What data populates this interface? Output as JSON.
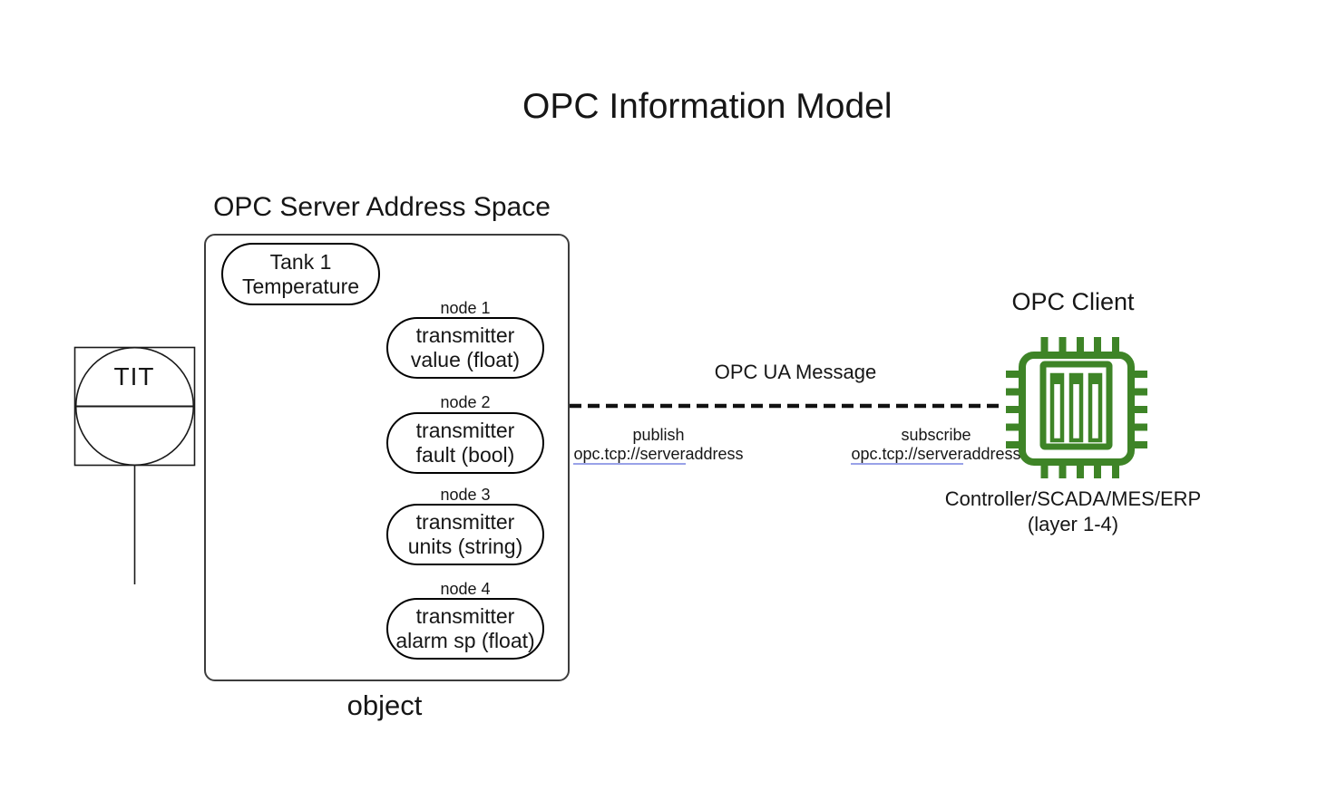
{
  "title": "OPC Information Model",
  "instrument": {
    "label": "TIT"
  },
  "server": {
    "heading": "OPC Server Address Space",
    "object_label": "object",
    "root_node": {
      "line1": "Tank 1",
      "line2": "Temperature"
    },
    "nodes": [
      {
        "label": "node 1",
        "line1": "transmitter",
        "line2": "value (float)"
      },
      {
        "label": "node 2",
        "line1": "transmitter",
        "line2": "fault (bool)"
      },
      {
        "label": "node 3",
        "line1": "transmitter",
        "line2": "units (string)"
      },
      {
        "label": "node 4",
        "line1": "transmitter",
        "line2": "alarm sp (float)"
      }
    ]
  },
  "message": {
    "label": "OPC UA Message",
    "publish": {
      "action": "publish",
      "address_link": "opc.tcp://server",
      "address_rest": "address"
    },
    "subscribe": {
      "action": "subscribe",
      "address_link": "opc.tcp://server",
      "address_rest": "address"
    }
  },
  "client": {
    "heading": "OPC Client",
    "icon": "chip-icon",
    "caption_line1": "Controller/SCADA/MES/ERP",
    "caption_line2": "(layer 1-4)"
  },
  "colors": {
    "chip_green": "#3e8427",
    "link_underline": "#99a2e8",
    "diagram_line": "#000000"
  }
}
